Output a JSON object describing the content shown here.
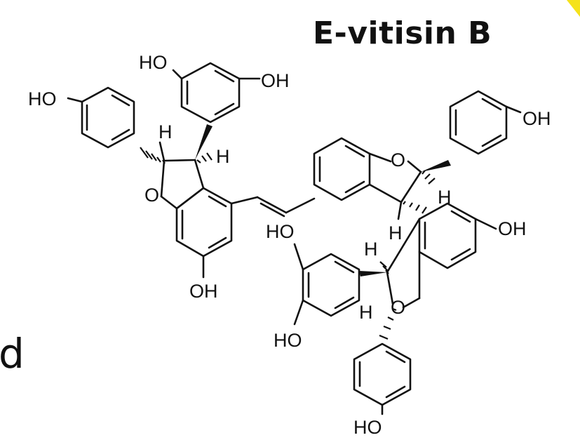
{
  "title": "E-vitisin B",
  "side_fragment": "d",
  "colors": {
    "ink": "#111111",
    "highlight": "#f5e21b"
  },
  "atom_labels": {
    "ho_a": "HO",
    "oh_b": "OH",
    "ho_c": "HO",
    "h_1": "H",
    "h_2": "H",
    "o_1": "O",
    "oh_d": "OH",
    "o_2": "O",
    "oh_e": "OH",
    "h_3": "H",
    "h_4": "H",
    "ho_f": "HO",
    "oh_g": "OH",
    "h_5": "H",
    "h_6": "H",
    "o_3": "O",
    "ho_h": "HO",
    "ho_i": "HO"
  }
}
